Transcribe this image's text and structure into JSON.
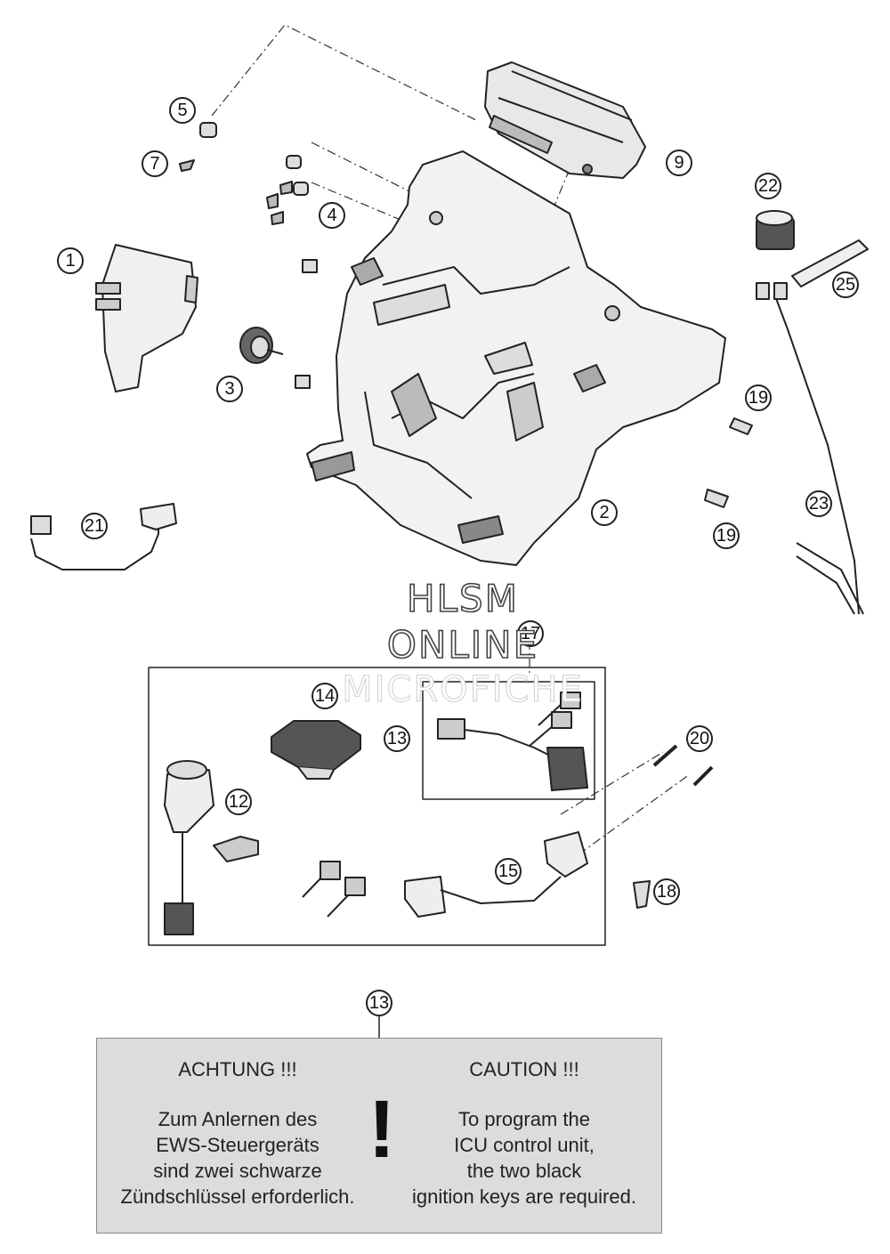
{
  "callouts": {
    "c1": "1",
    "c2": "2",
    "c3": "3",
    "c4": "4",
    "c5": "5",
    "c7": "7",
    "c9": "9",
    "c12": "12",
    "c13a": "13",
    "c13b": "13",
    "c14": "14",
    "c15": "15",
    "c17": "17",
    "c18": "18",
    "c19a": "19",
    "c19b": "19",
    "c20": "20",
    "c21": "21",
    "c22": "22",
    "c23": "23",
    "c25": "25"
  },
  "watermark": {
    "line1": "HLSM",
    "line2": "ONLINE",
    "line3": "MICROFICHE"
  },
  "caution_box": {
    "german_heading": "ACHTUNG !!!",
    "german_line1": "Zum Anlernen des",
    "german_line2": "EWS-Steuergeräts",
    "german_line3": "sind zwei schwarze",
    "german_line4": "Zündschlüssel erforderlich.",
    "symbol": "!",
    "english_heading": "CAUTION !!!",
    "english_line1": "To program the",
    "english_line2": "ICU control unit,",
    "english_line3": "the two black",
    "english_line4": "ignition keys are required."
  }
}
